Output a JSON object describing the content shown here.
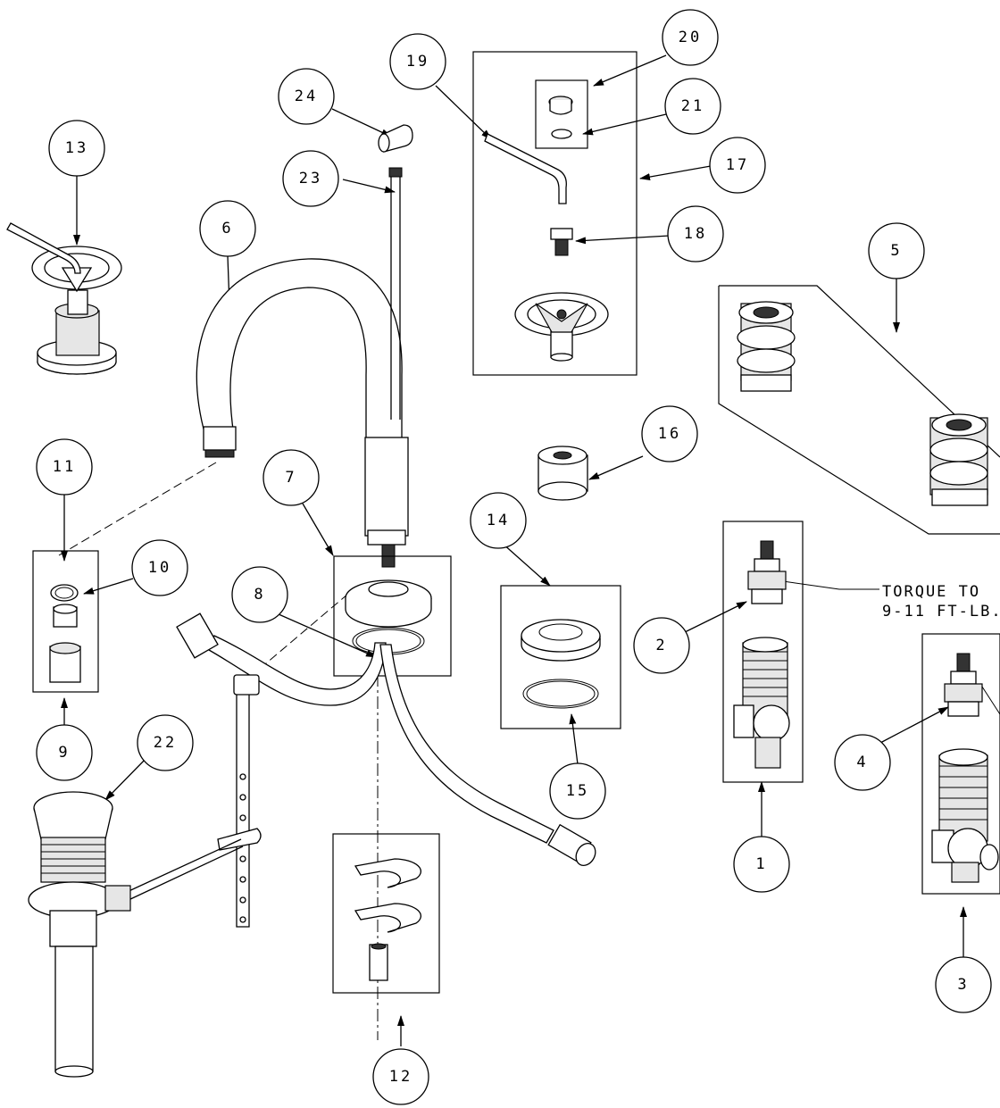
{
  "callouts": {
    "c1": "1",
    "c2": "2",
    "c3": "3",
    "c4": "4",
    "c5": "5",
    "c6": "6",
    "c7": "7",
    "c8": "8",
    "c9": "9",
    "c10": "10",
    "c11": "11",
    "c12": "12",
    "c13": "13",
    "c14": "14",
    "c15": "15",
    "c16": "16",
    "c17": "17",
    "c18": "18",
    "c19": "19",
    "c20": "20",
    "c21": "21",
    "c22": "22",
    "c23": "23",
    "c24": "24"
  },
  "notes": {
    "torque_line1": "TORQUE TO",
    "torque_line2": "9-11 FT-LB."
  }
}
